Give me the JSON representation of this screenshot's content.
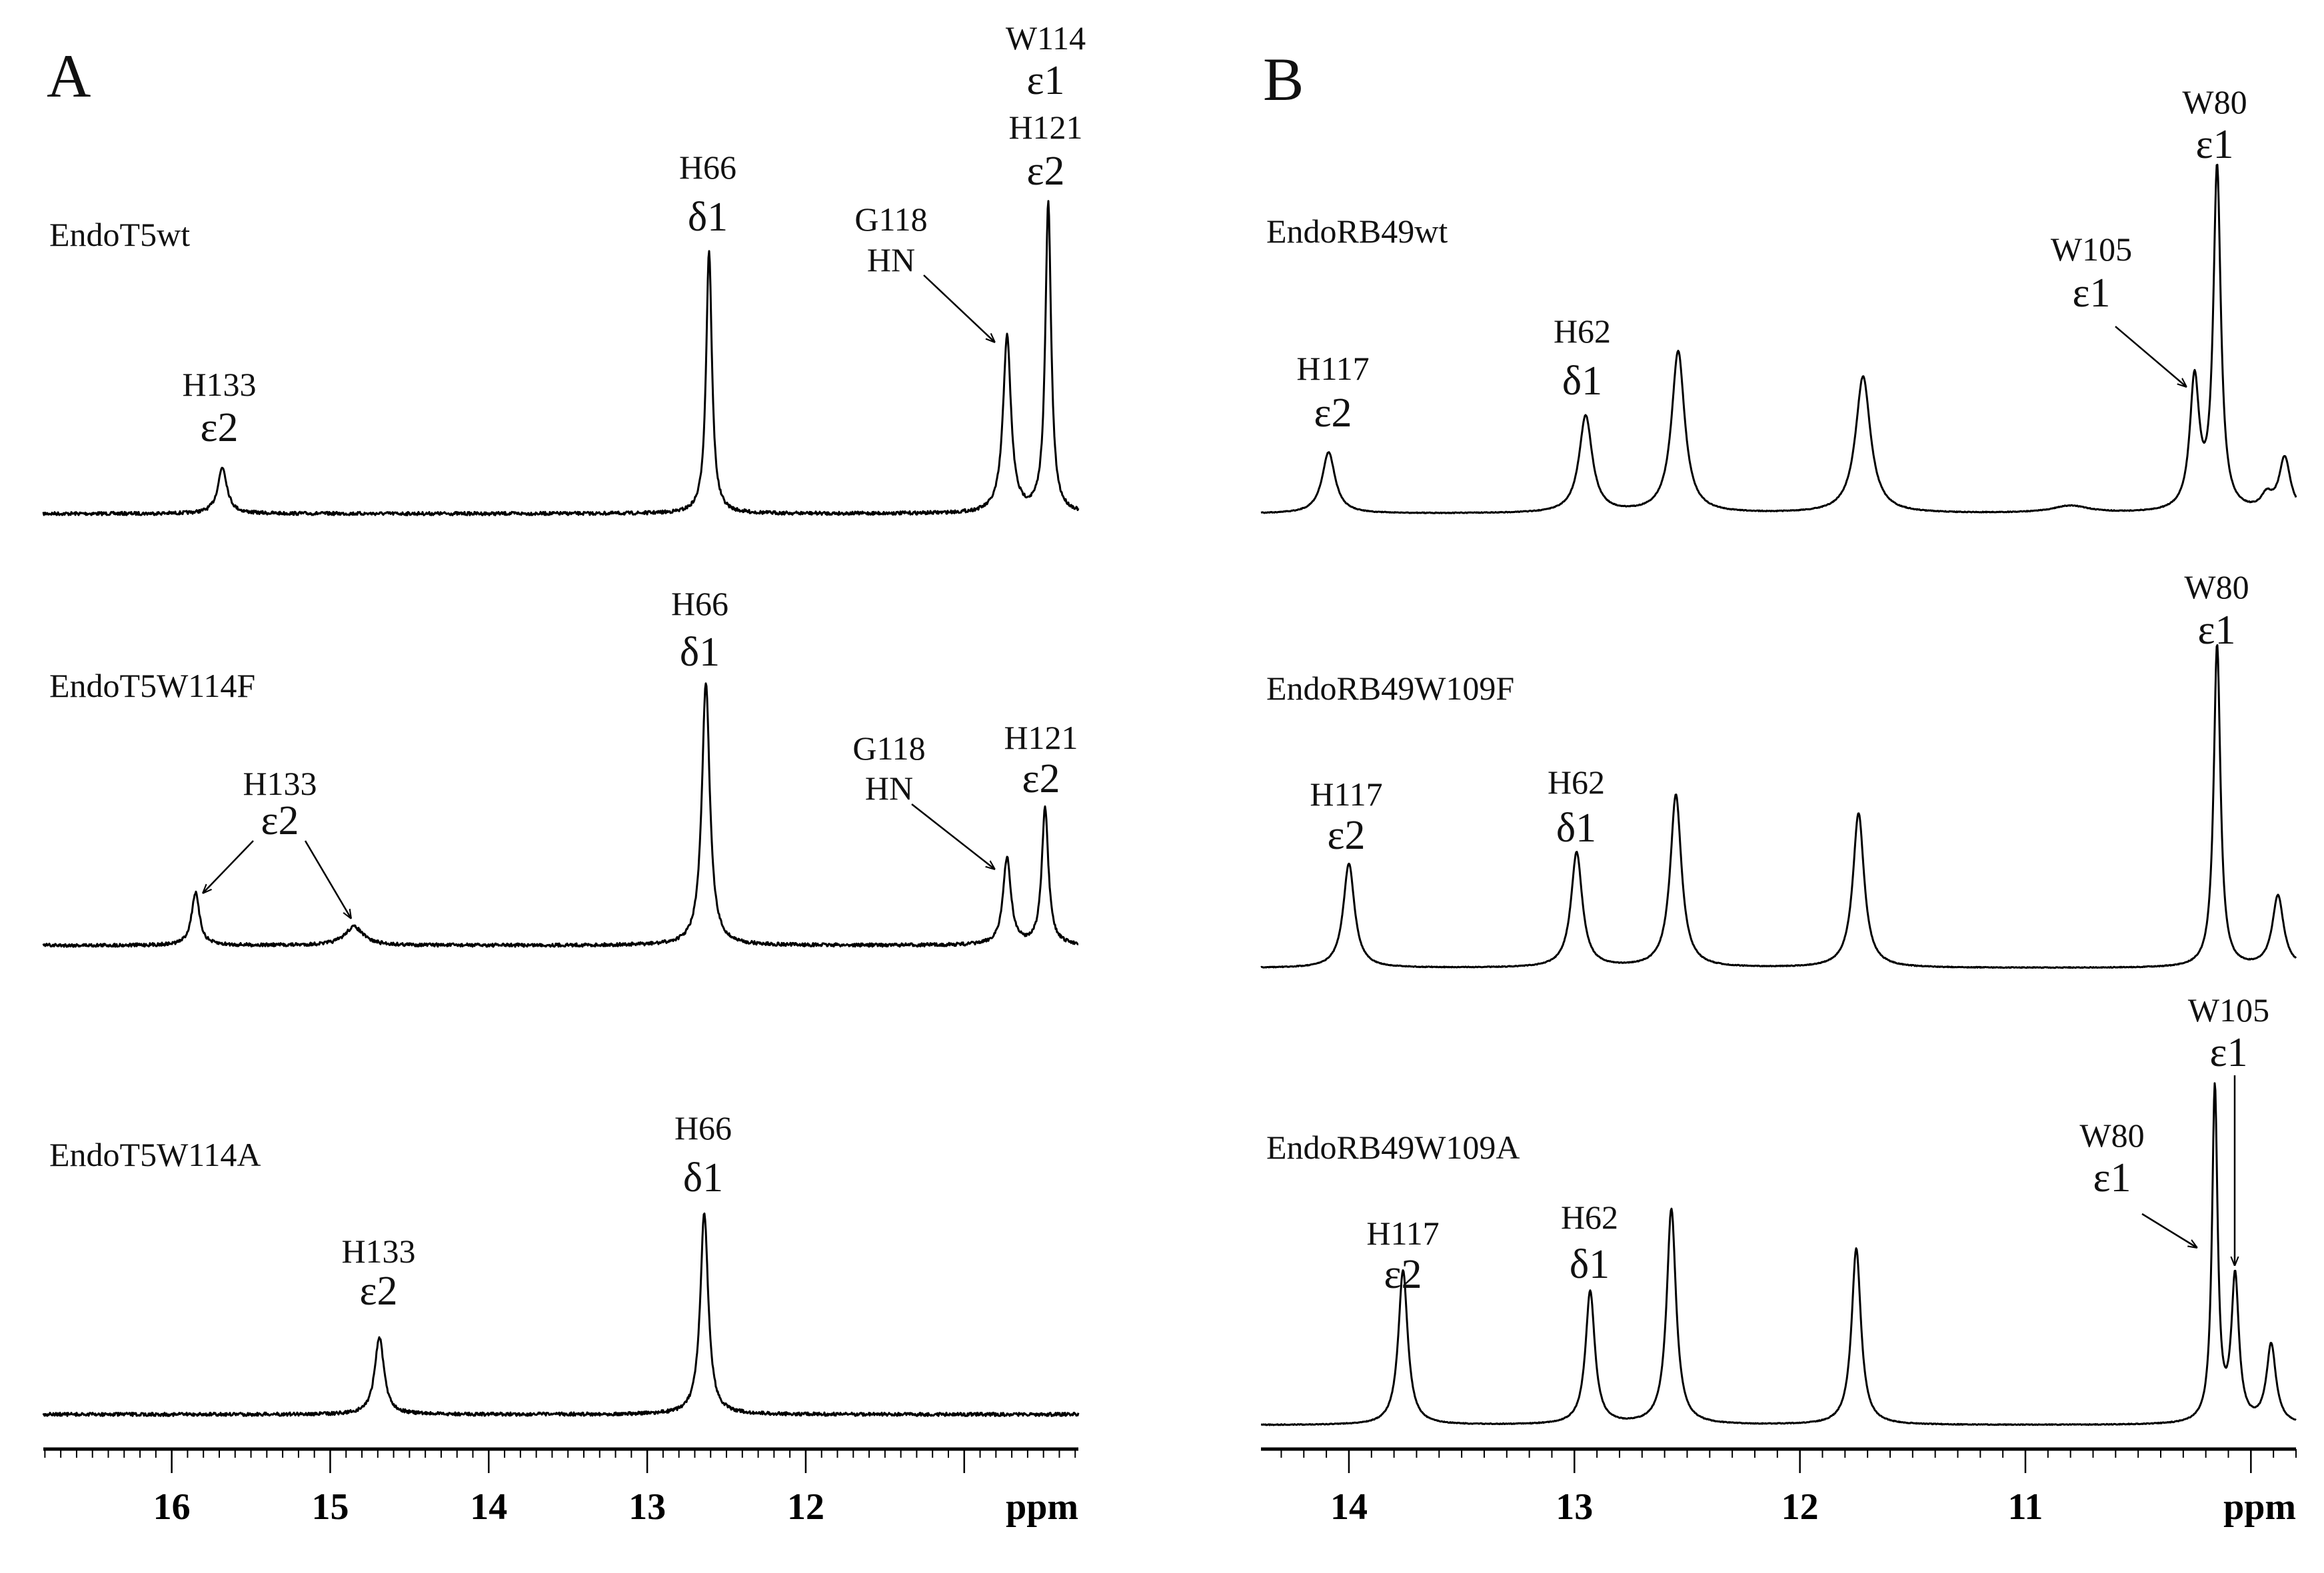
{
  "chart_data": [
    {
      "panel": "A",
      "type": "line",
      "xlabel": "ppm",
      "xlim": [
        16.81,
        10.28
      ],
      "x_reversed": true,
      "major_ticks": [
        16,
        15,
        14,
        13,
        12,
        11
      ],
      "tick_labels": [
        "16",
        "15",
        "14",
        "13",
        "12"
      ],
      "minor_tick_step": 0.1,
      "grid": false,
      "line_color": "#000000",
      "spectra": [
        {
          "name": "EndoT5wt",
          "peaks": [
            {
              "ppm": 15.68,
              "intensity": 0.15,
              "width": 0.035
            },
            {
              "ppm": 12.61,
              "intensity": 0.85,
              "width": 0.022
            },
            {
              "ppm": 10.73,
              "intensity": 0.57,
              "width": 0.03
            },
            {
              "ppm": 10.47,
              "intensity": 1.0,
              "width": 0.022
            }
          ],
          "annotations": [
            {
              "lines": [
                "H133",
                "ε2"
              ]
            },
            {
              "lines": [
                "H66",
                "δ1"
              ]
            },
            {
              "lines": [
                "G118",
                "HN"
              ]
            },
            {
              "lines": [
                "W114",
                "ε1",
                "H121",
                "ε2"
              ]
            }
          ]
        },
        {
          "name": "EndoT5W114F",
          "peaks": [
            {
              "ppm": 15.85,
              "intensity": 0.17,
              "width": 0.03
            },
            {
              "ppm": 14.85,
              "intensity": 0.06,
              "width": 0.07
            },
            {
              "ppm": 12.63,
              "intensity": 0.85,
              "width": 0.03
            },
            {
              "ppm": 10.73,
              "intensity": 0.28,
              "width": 0.03
            },
            {
              "ppm": 10.49,
              "intensity": 0.44,
              "width": 0.025
            }
          ],
          "annotations": [
            {
              "lines": [
                "H66",
                "δ1"
              ]
            },
            {
              "lines": [
                "H133",
                "ε2"
              ]
            },
            {
              "lines": [
                "G118",
                "HN"
              ]
            },
            {
              "lines": [
                "H121",
                "ε2"
              ]
            }
          ]
        },
        {
          "name": "EndoT5W114A",
          "peaks": [
            {
              "ppm": 14.69,
              "intensity": 0.25,
              "width": 0.035
            },
            {
              "ppm": 12.64,
              "intensity": 0.65,
              "width": 0.03
            }
          ],
          "annotations": [
            {
              "lines": [
                "H66",
                "δ1"
              ]
            },
            {
              "lines": [
                "H133",
                "ε2"
              ]
            }
          ]
        }
      ]
    },
    {
      "panel": "B",
      "type": "line",
      "xlabel": "ppm",
      "xlim": [
        14.39,
        9.8
      ],
      "x_reversed": true,
      "major_ticks": [
        14,
        13,
        12,
        11,
        10
      ],
      "tick_labels": [
        "14",
        "13",
        "12",
        "11"
      ],
      "minor_tick_step": 0.1,
      "grid": false,
      "line_color": "#000000",
      "spectra": [
        {
          "name": "EndoRB49wt",
          "peaks": [
            {
              "ppm": 14.09,
              "intensity": 0.17,
              "width": 0.035
            },
            {
              "ppm": 12.95,
              "intensity": 0.27,
              "width": 0.035
            },
            {
              "ppm": 12.54,
              "intensity": 0.45,
              "width": 0.035
            },
            {
              "ppm": 11.72,
              "intensity": 0.38,
              "width": 0.04
            },
            {
              "ppm": 10.25,
              "intensity": 0.36,
              "width": 0.025
            },
            {
              "ppm": 10.15,
              "intensity": 0.95,
              "width": 0.02
            },
            {
              "ppm": 9.93,
              "intensity": 0.04,
              "width": 0.03
            },
            {
              "ppm": 9.85,
              "intensity": 0.15,
              "width": 0.03
            },
            {
              "ppm": 10.8,
              "intensity": 0.02,
              "width": 0.1
            }
          ],
          "annotations": [
            {
              "lines": [
                "H117",
                "ε2"
              ]
            },
            {
              "lines": [
                "H62",
                "δ1"
              ]
            },
            {
              "lines": [
                "W105",
                "ε1"
              ]
            },
            {
              "lines": [
                "W80",
                "ε1"
              ]
            }
          ]
        },
        {
          "name": "EndoRB49W109F",
          "peaks": [
            {
              "ppm": 14.0,
              "intensity": 0.29,
              "width": 0.03
            },
            {
              "ppm": 12.99,
              "intensity": 0.32,
              "width": 0.03
            },
            {
              "ppm": 12.55,
              "intensity": 0.48,
              "width": 0.03
            },
            {
              "ppm": 11.74,
              "intensity": 0.43,
              "width": 0.03
            },
            {
              "ppm": 10.15,
              "intensity": 0.9,
              "width": 0.018
            },
            {
              "ppm": 9.88,
              "intensity": 0.2,
              "width": 0.03
            }
          ],
          "annotations": [
            {
              "lines": [
                "W80",
                "ε1"
              ]
            },
            {
              "lines": [
                "H117",
                "ε2"
              ]
            },
            {
              "lines": [
                "H62",
                "δ1"
              ]
            }
          ]
        },
        {
          "name": "EndoRB49W109A",
          "peaks": [
            {
              "ppm": 13.76,
              "intensity": 0.43,
              "width": 0.025
            },
            {
              "ppm": 12.93,
              "intensity": 0.37,
              "width": 0.025
            },
            {
              "ppm": 12.57,
              "intensity": 0.6,
              "width": 0.025
            },
            {
              "ppm": 11.75,
              "intensity": 0.49,
              "width": 0.025
            },
            {
              "ppm": 10.16,
              "intensity": 0.93,
              "width": 0.015
            },
            {
              "ppm": 10.07,
              "intensity": 0.4,
              "width": 0.02
            },
            {
              "ppm": 9.91,
              "intensity": 0.22,
              "width": 0.025
            }
          ],
          "annotations": [
            {
              "lines": [
                "W105",
                "ε1"
              ]
            },
            {
              "lines": [
                "W80",
                "ε1"
              ]
            },
            {
              "lines": [
                "H117",
                "ε2"
              ]
            },
            {
              "lines": [
                "H62",
                "δ1"
              ]
            }
          ]
        }
      ]
    }
  ]
}
